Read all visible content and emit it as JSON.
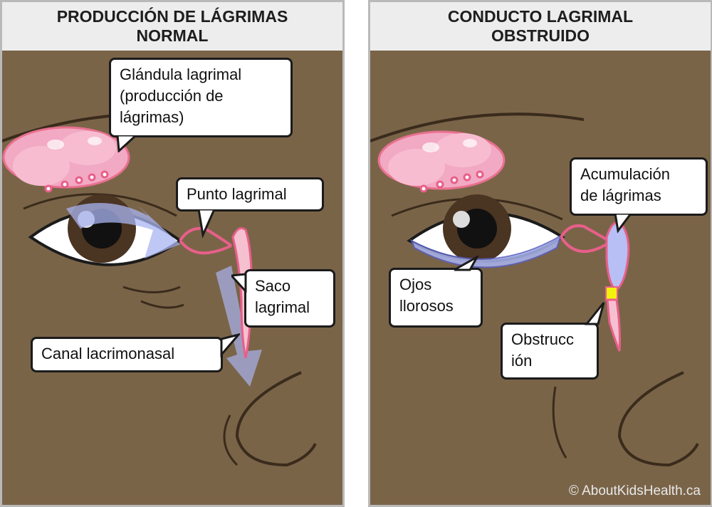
{
  "panels": {
    "left": {
      "title": "PRODUCCIÓN DE LÁGRIMAS\nNORMAL",
      "labels": {
        "gland": "Glándula lagrimal\n(producción de\nlágrimas)",
        "punctum": "Punto lagrimal",
        "sac": "Saco\nlagrimal",
        "duct": "Canal lacrimonasal"
      }
    },
    "right": {
      "title": "CONDUCTO LAGRIMAL\nOBSTRUIDO",
      "labels": {
        "accumulation": "Acumulación\nde lágrimas",
        "watery_eyes": "Ojos\nllorosos",
        "obstruction": "Obstrucc\nión"
      }
    }
  },
  "copyright": "© AboutKidsHealth.ca",
  "colors": {
    "skin": "#7a6448",
    "gland": "#f2a9c3",
    "tear_flow": "#a9b4f0",
    "obstruction": "#f2f20a",
    "header_bg": "#ededed"
  }
}
